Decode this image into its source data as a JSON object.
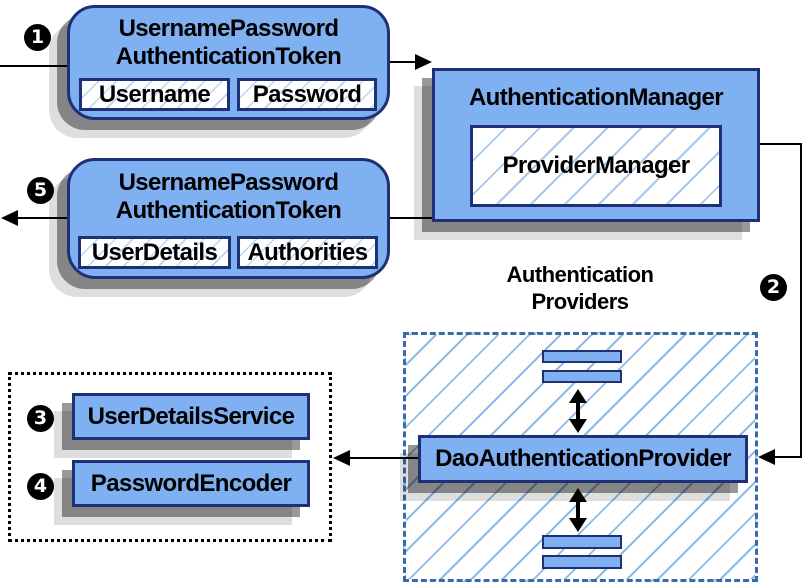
{
  "badges": {
    "step1": "1",
    "step2": "2",
    "step3": "3",
    "step4": "4",
    "step5": "5"
  },
  "nodes": {
    "request_token": {
      "title_line1": "UsernamePassword",
      "title_line2": "AuthenticationToken",
      "field1": "Username",
      "field2": "Password"
    },
    "authentication_manager": {
      "title": "AuthenticationManager",
      "inner": "ProviderManager"
    },
    "response_token": {
      "title_line1": "UsernamePassword",
      "title_line2": "AuthenticationToken",
      "field1": "UserDetails",
      "field2": "Authorities"
    },
    "providers_group": {
      "heading_line1": "Authentication",
      "heading_line2": "Providers",
      "provider": "DaoAuthenticationProvider"
    },
    "services": {
      "user_details_service": "UserDetailsService",
      "password_encoder": "PasswordEncoder"
    }
  },
  "colors": {
    "node_fill": "#7fb1f2",
    "node_border": "#203075",
    "hatch_line": "#8cbae6",
    "dashed_border": "#3a6ba5",
    "dotted_border": "#000000",
    "arrow": "#000000",
    "badge_bg": "#000000",
    "badge_text": "#ffffff",
    "shadow": "#8a8a8a"
  }
}
